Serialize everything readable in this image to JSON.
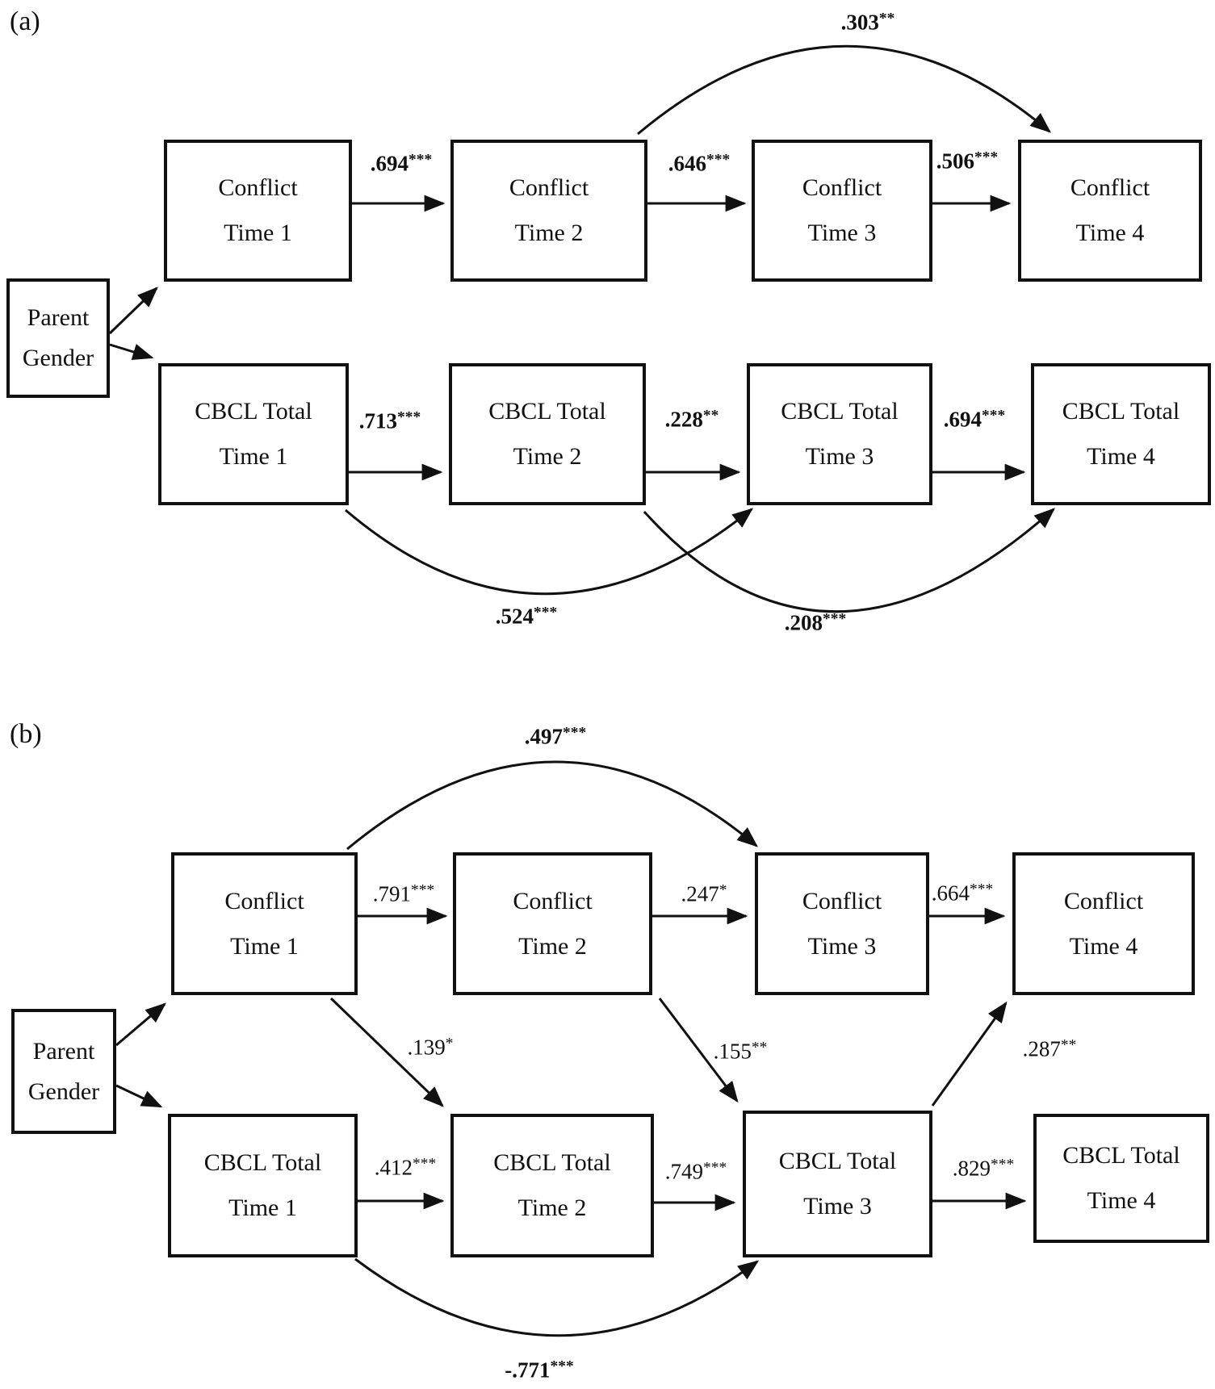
{
  "figure": {
    "colors": {
      "line": "#111111",
      "background": "#ffffff",
      "text": "#111111"
    },
    "panel_a": {
      "tag": "(a)",
      "boxes": {
        "parent_gender": {
          "line1": "Parent",
          "line2": "Gender"
        },
        "conflict_t1": {
          "line1": "Conflict",
          "line2": "Time 1"
        },
        "conflict_t2": {
          "line1": "Conflict",
          "line2": "Time 2"
        },
        "conflict_t3": {
          "line1": "Conflict",
          "line2": "Time 3"
        },
        "conflict_t4": {
          "line1": "Conflict",
          "line2": "Time 4"
        },
        "cbcl_t1": {
          "line1": "CBCL Total",
          "line2": "Time 1"
        },
        "cbcl_t2": {
          "line1": "CBCL Total",
          "line2": "Time 2"
        },
        "cbcl_t3": {
          "line1": "CBCL Total",
          "line2": "Time 3"
        },
        "cbcl_t4": {
          "line1": "CBCL Total",
          "line2": "Time 4"
        }
      },
      "coefs": {
        "conflict_t1_t2": {
          "value": ".694",
          "stars": "***"
        },
        "conflict_t2_t3": {
          "value": ".646",
          "stars": "***"
        },
        "conflict_t3_t4": {
          "value": ".506",
          "stars": "***"
        },
        "conflict_t2_t4_curve": {
          "value": ".303",
          "stars": "**"
        },
        "cbcl_t1_t2": {
          "value": ".713",
          "stars": "***"
        },
        "cbcl_t2_t3": {
          "value": ".228",
          "stars": "**"
        },
        "cbcl_t3_t4": {
          "value": ".694",
          "stars": "***"
        },
        "cbcl_t1_t3_curve": {
          "value": ".524",
          "stars": "***"
        },
        "cbcl_t2_t4_curve": {
          "value": ".208",
          "stars": "***"
        }
      }
    },
    "panel_b": {
      "tag": "(b)",
      "boxes": {
        "parent_gender": {
          "line1": "Parent",
          "line2": "Gender"
        },
        "conflict_t1": {
          "line1": "Conflict",
          "line2": "Time 1"
        },
        "conflict_t2": {
          "line1": "Conflict",
          "line2": "Time 2"
        },
        "conflict_t3": {
          "line1": "Conflict",
          "line2": "Time 3"
        },
        "conflict_t4": {
          "line1": "Conflict",
          "line2": "Time 4"
        },
        "cbcl_t1": {
          "line1": "CBCL Total",
          "line2": "Time 1"
        },
        "cbcl_t2": {
          "line1": "CBCL Total",
          "line2": "Time 2"
        },
        "cbcl_t3": {
          "line1": "CBCL Total",
          "line2": "Time 3"
        },
        "cbcl_t4": {
          "line1": "CBCL Total",
          "line2": "Time 4"
        }
      },
      "coefs": {
        "conflict_t1_t2": {
          "value": ".791",
          "stars": "***"
        },
        "conflict_t2_t3": {
          "value": ".247",
          "stars": "*"
        },
        "conflict_t3_t4": {
          "value": ".664",
          "stars": "***"
        },
        "conflict_t1_t3_curve": {
          "value": ".497",
          "stars": "***"
        },
        "conflict_t1_cbcl_t2": {
          "value": ".139",
          "stars": "*"
        },
        "conflict_t2_cbcl_t3": {
          "value": ".155",
          "stars": "**"
        },
        "cbcl_t3_conflict_t4": {
          "value": ".287",
          "stars": "**"
        },
        "cbcl_t1_t2": {
          "value": ".412",
          "stars": "***"
        },
        "cbcl_t2_t3": {
          "value": ".749",
          "stars": "***"
        },
        "cbcl_t3_t4": {
          "value": ".829",
          "stars": "***"
        },
        "cbcl_t1_t3_curve": {
          "value": "-.771",
          "stars": "***"
        }
      }
    }
  }
}
